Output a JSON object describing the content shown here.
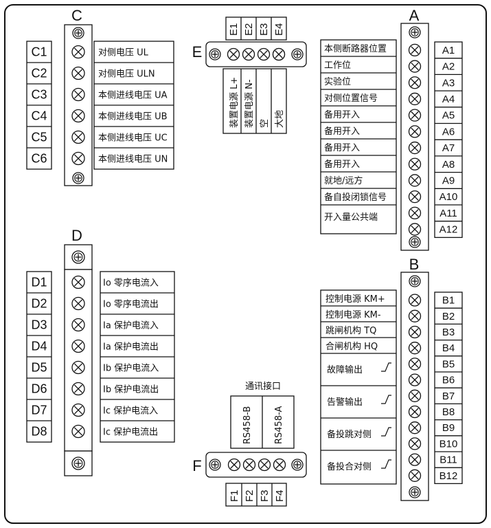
{
  "blocks": {
    "C": {
      "letter": "C",
      "codes": [
        "C1",
        "C2",
        "C3",
        "C4",
        "C5",
        "C6"
      ],
      "labels": [
        "对侧电压 UL",
        "对侧电压 ULN",
        "本侧进线电压 UA",
        "本侧进线电压 UB",
        "本侧进线电压 UC",
        "本侧进线电压 UN"
      ]
    },
    "D": {
      "letter": "D",
      "codes": [
        "D1",
        "D2",
        "D3",
        "D4",
        "D5",
        "D6",
        "D7",
        "D8"
      ],
      "labels": [
        "Io 零序电流入",
        "Io 零序电流出",
        "Ia 保护电流入",
        "Ia 保护电流出",
        "Ib 保护电流入",
        "Ib 保护电流出",
        "Ic 保护电流入",
        "Ic 保护电流出"
      ]
    },
    "A": {
      "letter": "A",
      "codes": [
        "A1",
        "A2",
        "A3",
        "A4",
        "A5",
        "A6",
        "A7",
        "A8",
        "A9",
        "A10",
        "A11",
        "A12"
      ],
      "labels": [
        "本侧断路器位置",
        "工作位",
        "实验位",
        "对侧位置信号",
        "备用开入",
        "备用开入",
        "备用开入",
        "备用开入",
        "就地/远方",
        "备自投闭锁信号",
        "开入量公共端"
      ]
    },
    "B": {
      "letter": "B",
      "codes": [
        "B1",
        "B2",
        "B3",
        "B4",
        "B5",
        "B6",
        "B7",
        "B8",
        "B9",
        "B10",
        "B11",
        "B12"
      ],
      "labels": [
        "控制电源 KM+",
        "控制电源 KM-",
        "跳闸机构 TQ",
        "合闸机构 HQ",
        "故障输出",
        "告警输出",
        "备投跳对侧",
        "备投合对侧"
      ]
    },
    "E": {
      "letter": "E",
      "codes": [
        "E1",
        "E2",
        "E3",
        "E4"
      ],
      "labels": [
        "装置电源 L+",
        "装置电源 N-",
        "空",
        "大地"
      ]
    },
    "F": {
      "letter": "F",
      "title": "通讯接口",
      "codes": [
        "F1",
        "F2",
        "F3",
        "F4"
      ],
      "labels": [
        "RS458-B",
        "RS458-A"
      ]
    }
  },
  "icons": {
    "terminal": "circle-x-icon",
    "mount": "circle-plus-icon",
    "contact": "relay-contact-icon"
  }
}
